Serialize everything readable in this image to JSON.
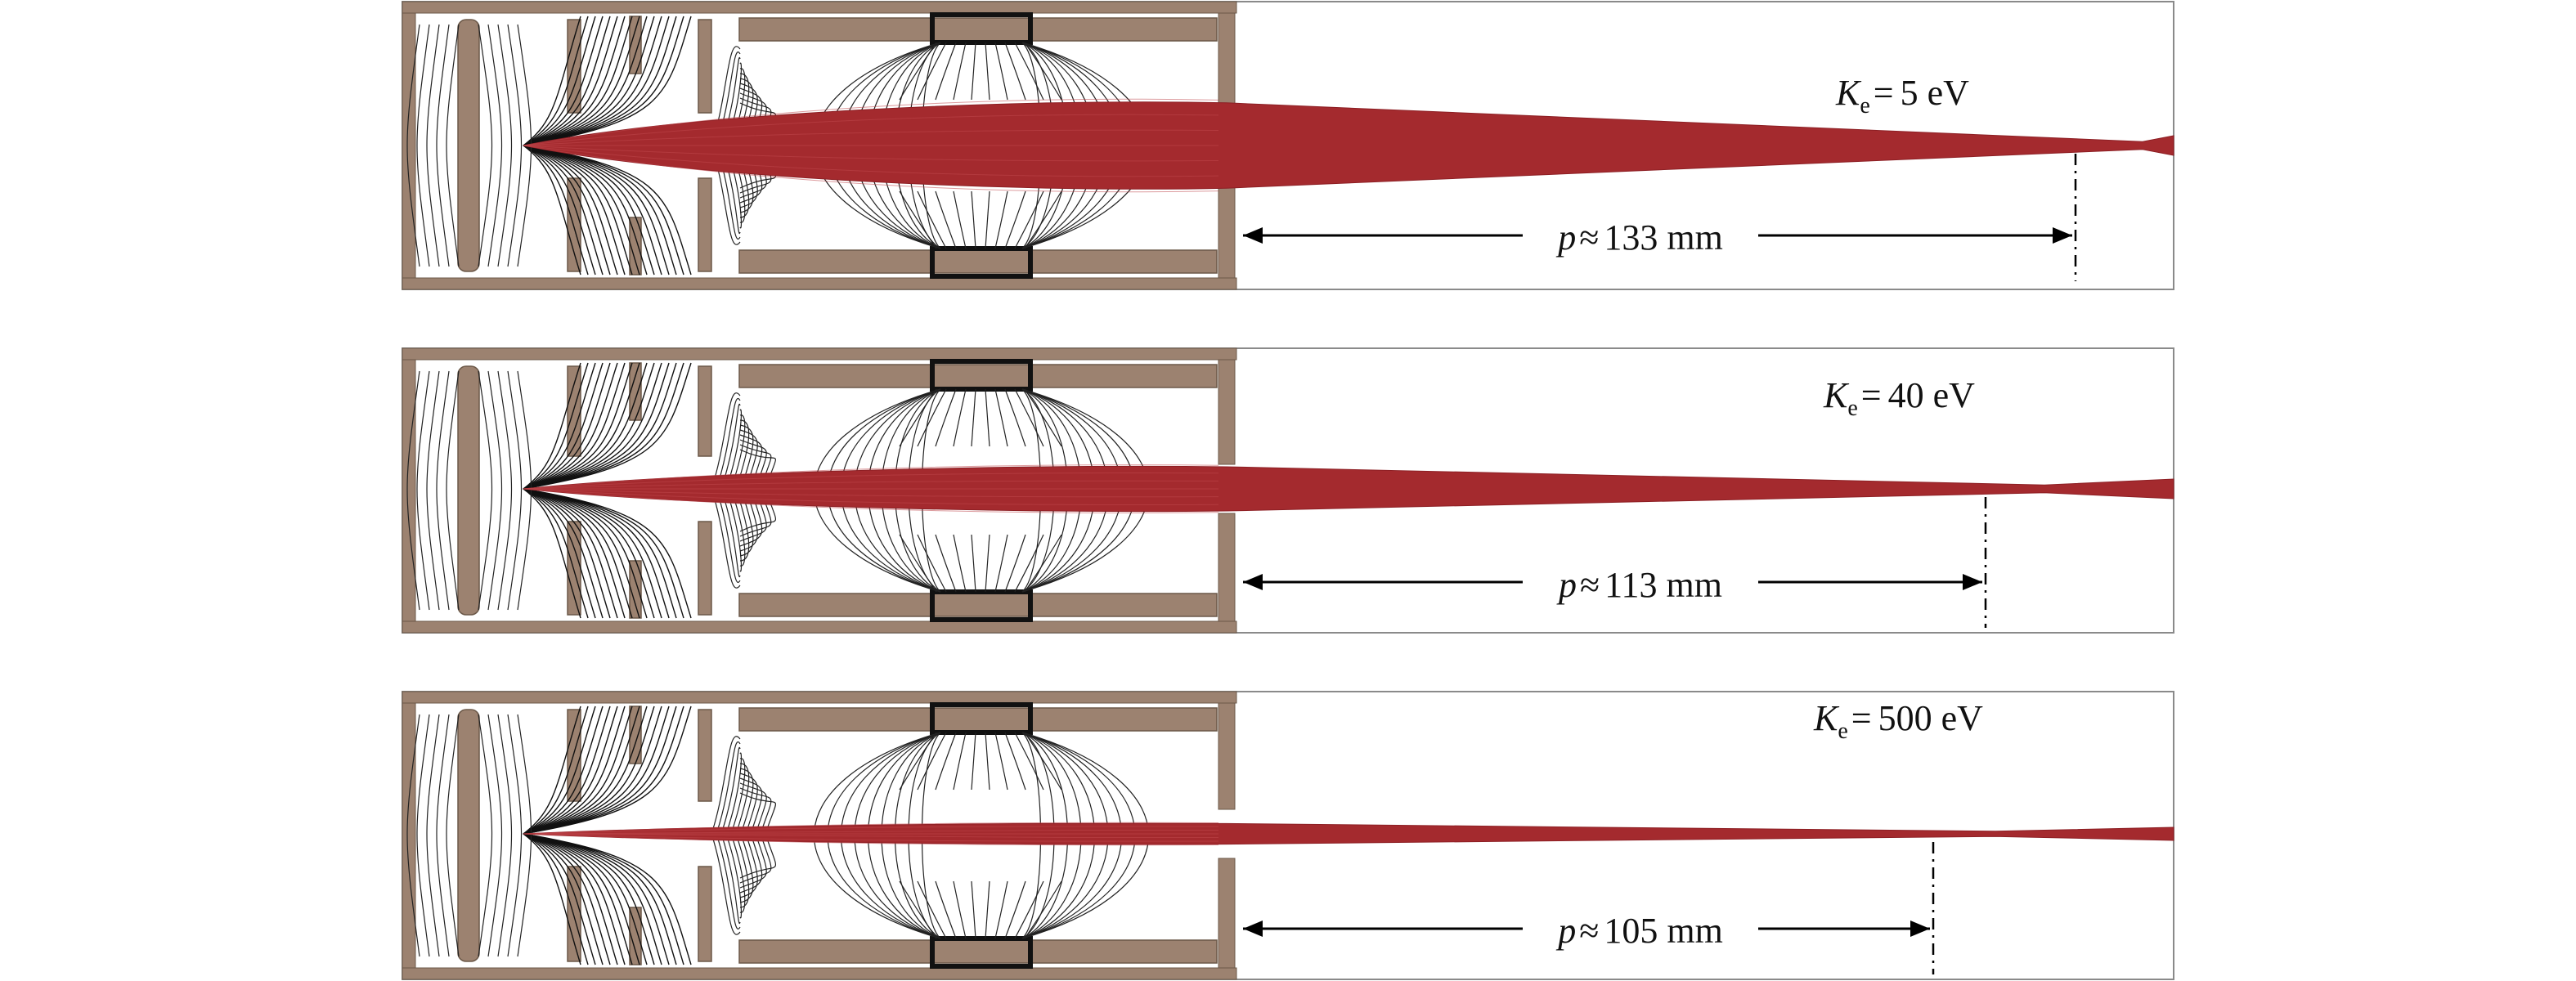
{
  "panels": [
    {
      "energy_symbol": "K",
      "energy_sub": "e",
      "energy_eq": "=",
      "energy_value": "5 eV",
      "dim_symbol": "p",
      "dim_approx": "≈",
      "dim_value": "133 mm"
    },
    {
      "energy_symbol": "K",
      "energy_sub": "e",
      "energy_eq": "=",
      "energy_value": "40 eV",
      "dim_symbol": "p",
      "dim_approx": "≈",
      "dim_value": "113 mm"
    },
    {
      "energy_symbol": "K",
      "energy_sub": "e",
      "energy_eq": "=",
      "energy_value": "500 eV",
      "dim_symbol": "p",
      "dim_approx": "≈",
      "dim_value": "105 mm"
    }
  ],
  "colors": {
    "beam": "#a42a2e",
    "electrode": "#9c8270",
    "field_lines": "#222222"
  }
}
